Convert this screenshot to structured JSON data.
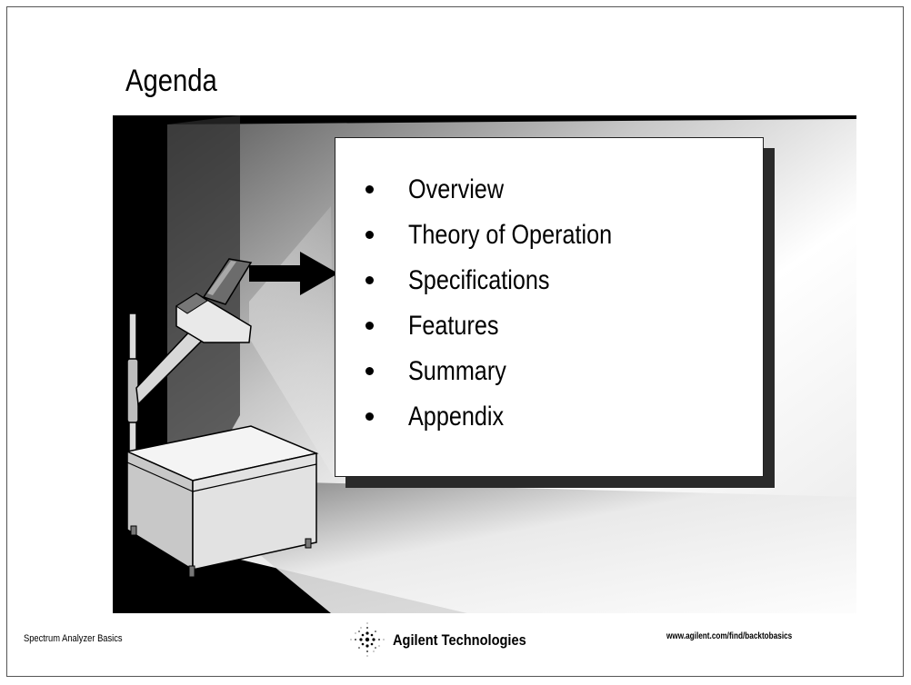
{
  "slide": {
    "title": "Agenda",
    "agenda_items": [
      "Overview",
      "Theory of Operation",
      "Specifications",
      "Features",
      "Summary",
      "Appendix"
    ]
  },
  "illustration": {
    "subject": "overhead-projector-icon",
    "pointer": "arrow-right-icon"
  },
  "footer": {
    "left_text": "Spectrum Analyzer Basics",
    "brand": "Agilent Technologies",
    "url": "www.agilent.com/find/backtobasics",
    "logo": "agilent-spark-logo"
  },
  "colors": {
    "scene_background": "#000000",
    "card_background": "#ffffff",
    "card_shadow": "#2a2a2a"
  }
}
